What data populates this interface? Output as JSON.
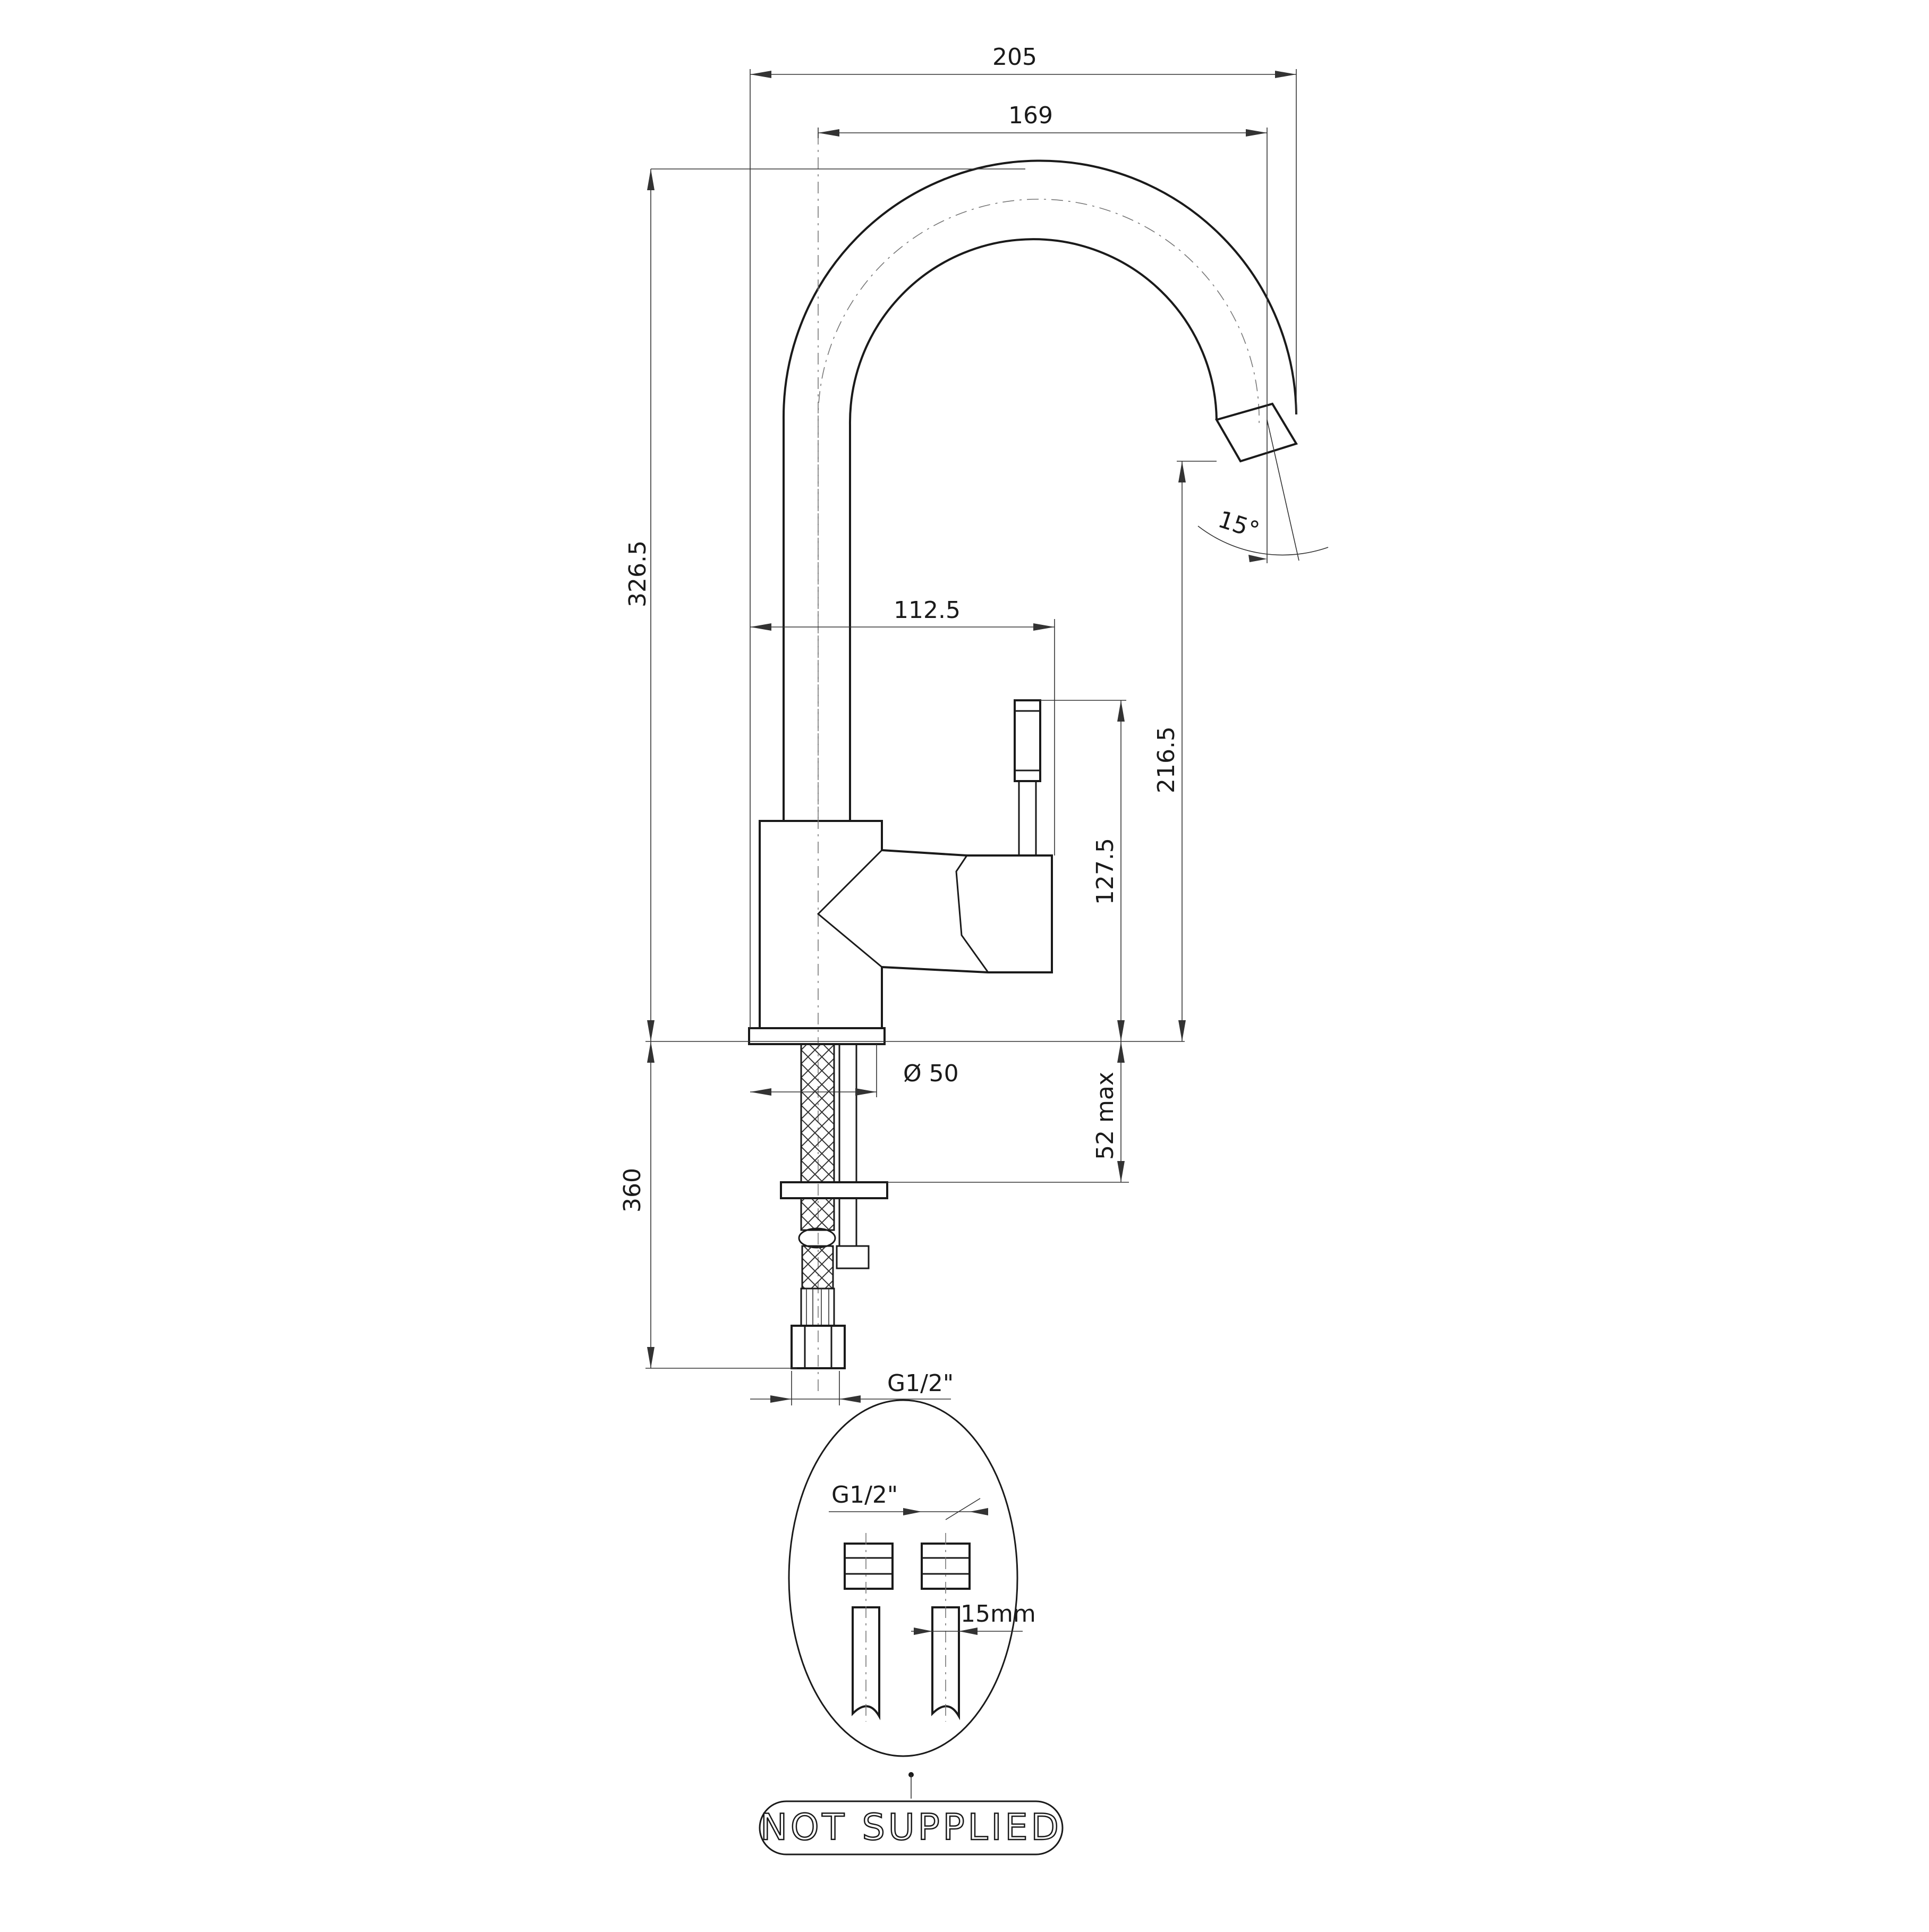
{
  "drawing": {
    "dimensions": {
      "overall_reach": "205",
      "spout_reach": "169",
      "total_height": "326.5",
      "lever_reach": "112.5",
      "outlet_height": "216.5",
      "lever_height": "127.5",
      "base_diameter": "Ø 50",
      "max_deck_thickness": "52 max",
      "hose_length": "360",
      "hose_thread": "G1/2\"",
      "swivel_angle": "15°"
    },
    "detail": {
      "thread": "G1/2\"",
      "pipe_diameter": "15mm",
      "label": "NOT SUPPLIED"
    },
    "colors": {
      "line": "#1a1a1a",
      "background": "#ffffff"
    }
  }
}
